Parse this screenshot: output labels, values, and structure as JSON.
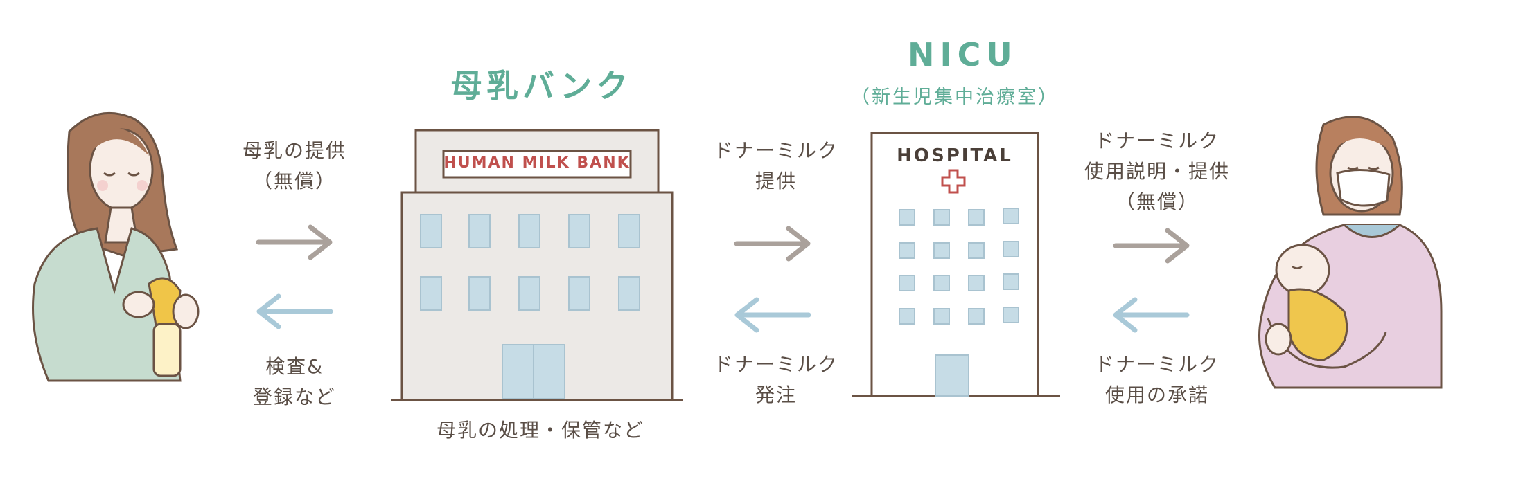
{
  "headings": {
    "milk_bank": "母乳バンク",
    "nicu": "NICU",
    "nicu_sub": "（新生児集中治療室）"
  },
  "signs": {
    "bank_sign": "HUMAN MILK BANK",
    "hospital_sign": "HOSPITAL"
  },
  "flows": {
    "donor_to_bank": [
      "母乳の提供",
      "（無償）"
    ],
    "bank_to_donor": [
      "検査&",
      "登録など"
    ],
    "bank_to_nicu": [
      "ドナーミルク",
      "提供"
    ],
    "nicu_to_bank": [
      "ドナーミルク",
      "発注"
    ],
    "nicu_to_family": [
      "ドナーミルク",
      "使用説明・提供",
      "（無償）"
    ],
    "family_to_nicu": [
      "ドナーミルク",
      "使用の承諾"
    ]
  },
  "captions": {
    "bank_caption": "母乳の処理・保管など"
  },
  "colors": {
    "accent_teal": "#5fad97",
    "arrow_gray": "#aaa19b",
    "arrow_blue": "#a9c9d8",
    "outline_brown": "#6b5344",
    "building_fill": "#ece9e6",
    "window_blue": "#c6dce6",
    "sign_red": "#c0504d"
  }
}
